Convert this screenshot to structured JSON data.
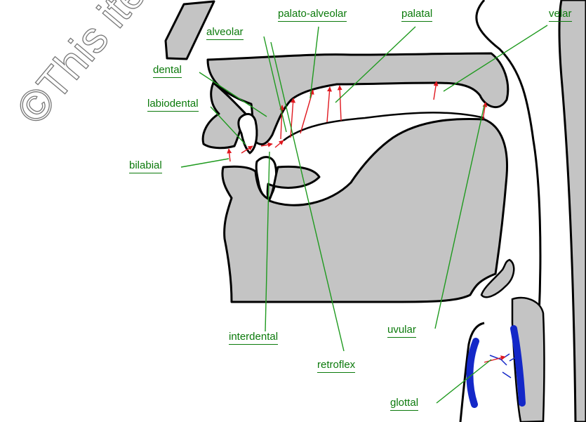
{
  "labels": {
    "alveolar": "alveolar",
    "palato_alveolar": "palato-alveolar",
    "palatal": "palatal",
    "velar": "velar",
    "dental": "dental",
    "labiodental": "labiodental",
    "bilabial": "bilabial",
    "interdental": "interdental",
    "retroflex": "retroflex",
    "uvular": "uvular",
    "glottal": "glottal"
  },
  "watermark": "©This item is pro",
  "colors": {
    "tissue": "#c4c4c4",
    "outline": "#000000",
    "label_text": "#0b7a0b",
    "leader_line": "#1f9a1f",
    "articulation_arrow": "#e0181f",
    "vocal_folds": "#1428c8"
  }
}
